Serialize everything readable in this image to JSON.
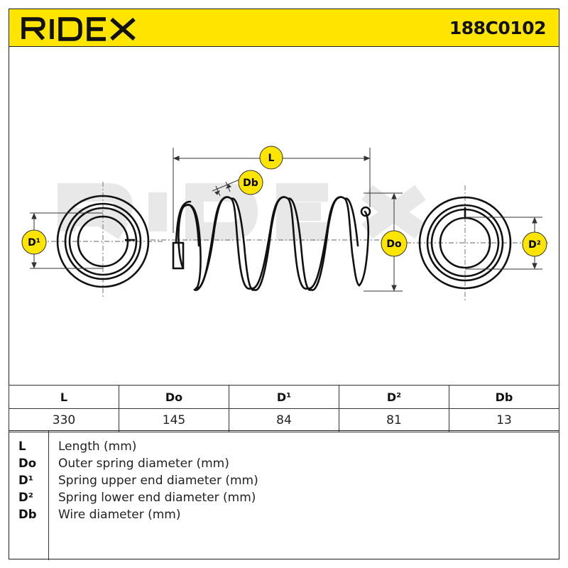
{
  "header": {
    "brand": "RIDEX",
    "part_number": "188C0102",
    "brand_color": "#fde500"
  },
  "drawing": {
    "labels": {
      "length": "L",
      "wire": "Db",
      "outer": "Do",
      "upper": "D¹",
      "lower": "D²"
    },
    "watermark": "RIDEX"
  },
  "specs": {
    "headers": [
      "L",
      "Do",
      "D¹",
      "D²",
      "Db"
    ],
    "values": [
      "330",
      "145",
      "84",
      "81",
      "13"
    ]
  },
  "legend": [
    {
      "key": "L",
      "desc": "Length (mm)"
    },
    {
      "key": "Do",
      "desc": "Outer spring diameter (mm)"
    },
    {
      "key": "D¹",
      "desc": "Spring upper end diameter (mm)"
    },
    {
      "key": "D²",
      "desc": "Spring lower end diameter (mm)"
    },
    {
      "key": "Db",
      "desc": "Wire diameter (mm)"
    }
  ]
}
